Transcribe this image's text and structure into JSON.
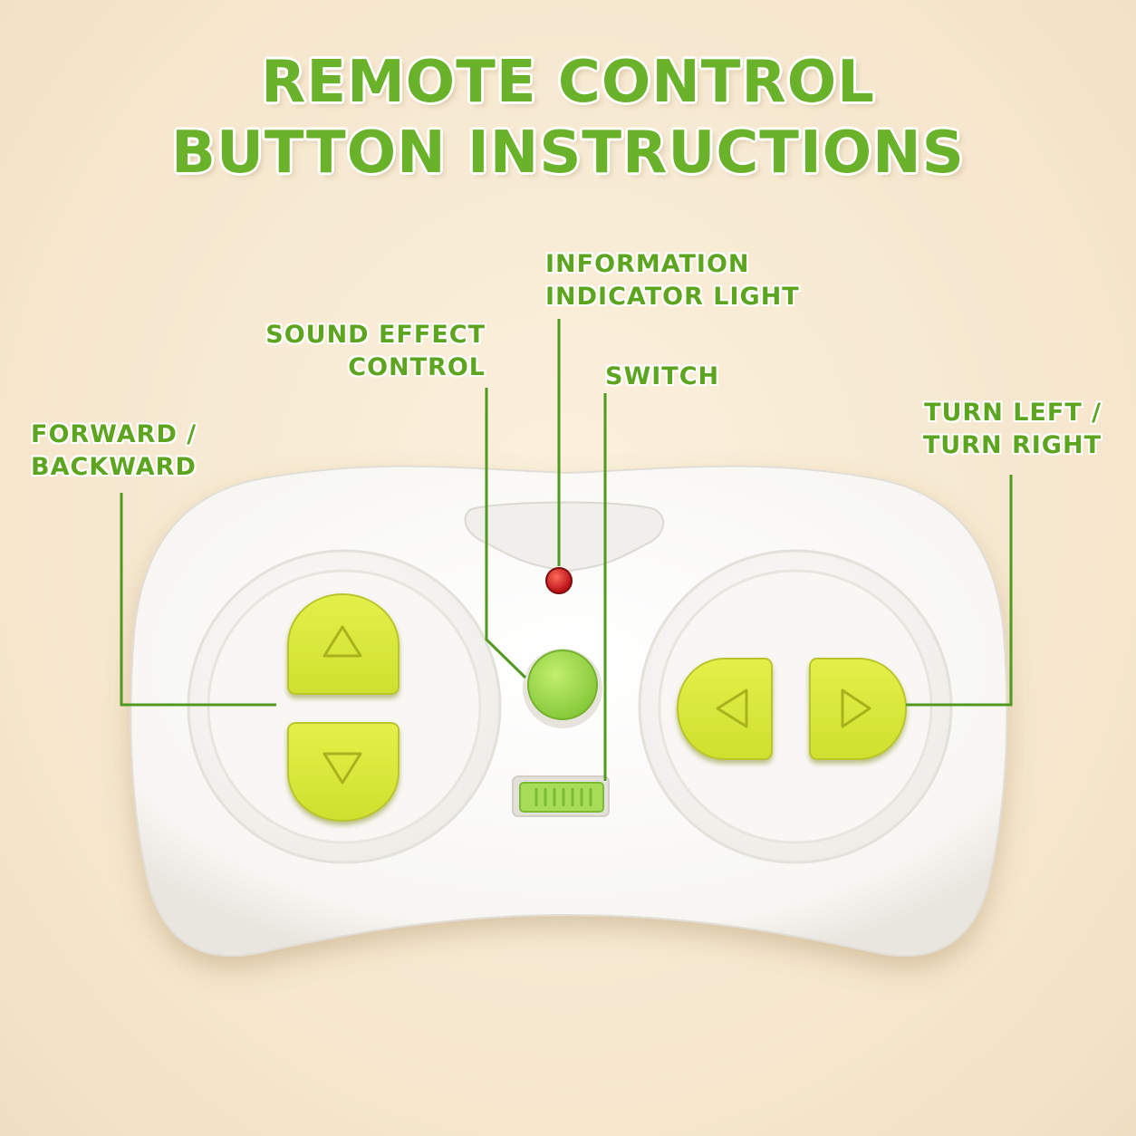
{
  "title": {
    "line1": "REMOTE CONTROL",
    "line2": "BUTTON INSTRUCTIONS"
  },
  "labels": {
    "forward_backward": {
      "line1": "FORWARD /",
      "line2": "BACKWARD"
    },
    "sound_effect": {
      "line1": "SOUND EFFECT",
      "line2": "CONTROL"
    },
    "indicator": {
      "line1": "INFORMATION",
      "line2": "INDICATOR LIGHT"
    },
    "switch": {
      "line1": "SWITCH"
    },
    "turn": {
      "line1": "TURN LEFT /",
      "line2": "TURN RIGHT"
    }
  },
  "icons": [
    "up-arrow-icon",
    "down-arrow-icon",
    "left-arrow-icon",
    "right-arrow-icon"
  ],
  "colors": {
    "accent_green": "#6ab22a",
    "leader_line": "#4f9a1e",
    "button_yellow": "#d9e93a",
    "sound_button": "#9fd84a",
    "indicator_red": "#d8141c",
    "remote_body": "#ffffff"
  }
}
